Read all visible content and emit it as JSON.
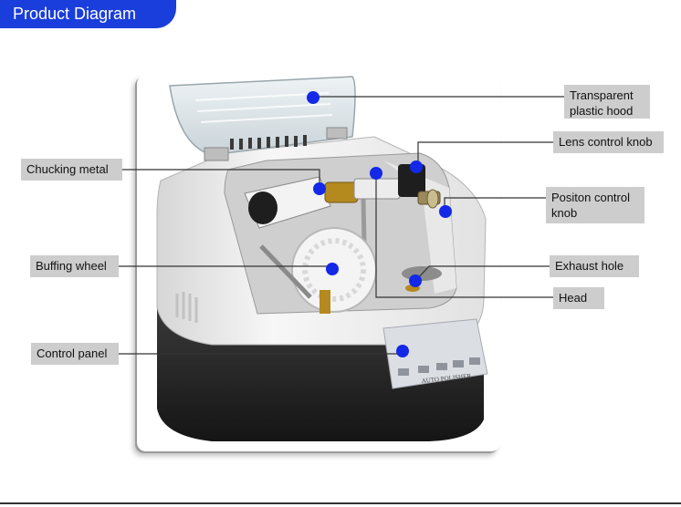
{
  "header": {
    "title": "Product Diagram"
  },
  "colors": {
    "header_bg": "#1a3edb",
    "marker": "#1428e8",
    "label_bg": "#cdcdcd"
  },
  "device": {
    "panel_text": "AUTO POLISHER"
  },
  "labels": {
    "transparent_hood_line1": "Transparent",
    "transparent_hood_line2": "plastic hood",
    "lens_control_knob": "Lens control knob",
    "chucking_metal": "Chucking metal",
    "position_control_knob_line1": "Positon control",
    "position_control_knob_line2": "knob",
    "buffing_wheel": "Buffing wheel",
    "exhaust_hole": "Exhaust hole",
    "head": "Head",
    "control_panel": "Control panel"
  }
}
